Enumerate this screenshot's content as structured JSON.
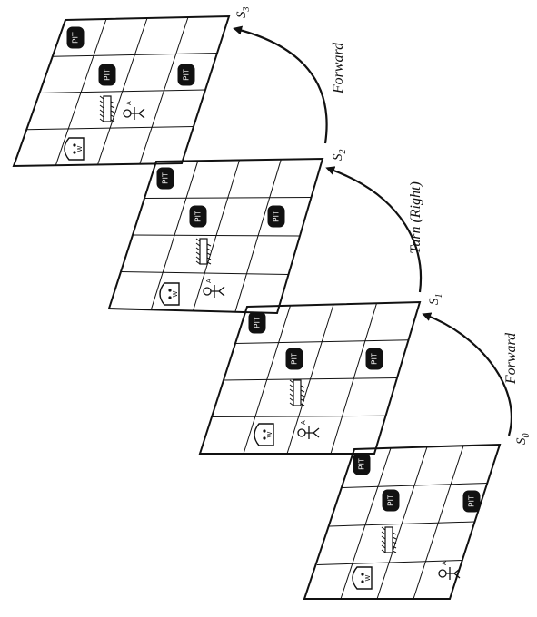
{
  "diagram": {
    "states": [
      {
        "label": "S",
        "subscript": "0"
      },
      {
        "label": "S",
        "subscript": "1"
      },
      {
        "label": "S",
        "subscript": "2"
      },
      {
        "label": "S",
        "subscript": "3"
      }
    ],
    "actions": [
      "Forward",
      "Turn (Right)",
      "Forward"
    ],
    "grid": {
      "rows": 4,
      "cols": 4
    },
    "pit_text": "PIT",
    "wumpus_text": "W",
    "agent_text": "A",
    "colors": {
      "line": "#111111",
      "pit": "#111111",
      "background": "#ffffff"
    }
  }
}
